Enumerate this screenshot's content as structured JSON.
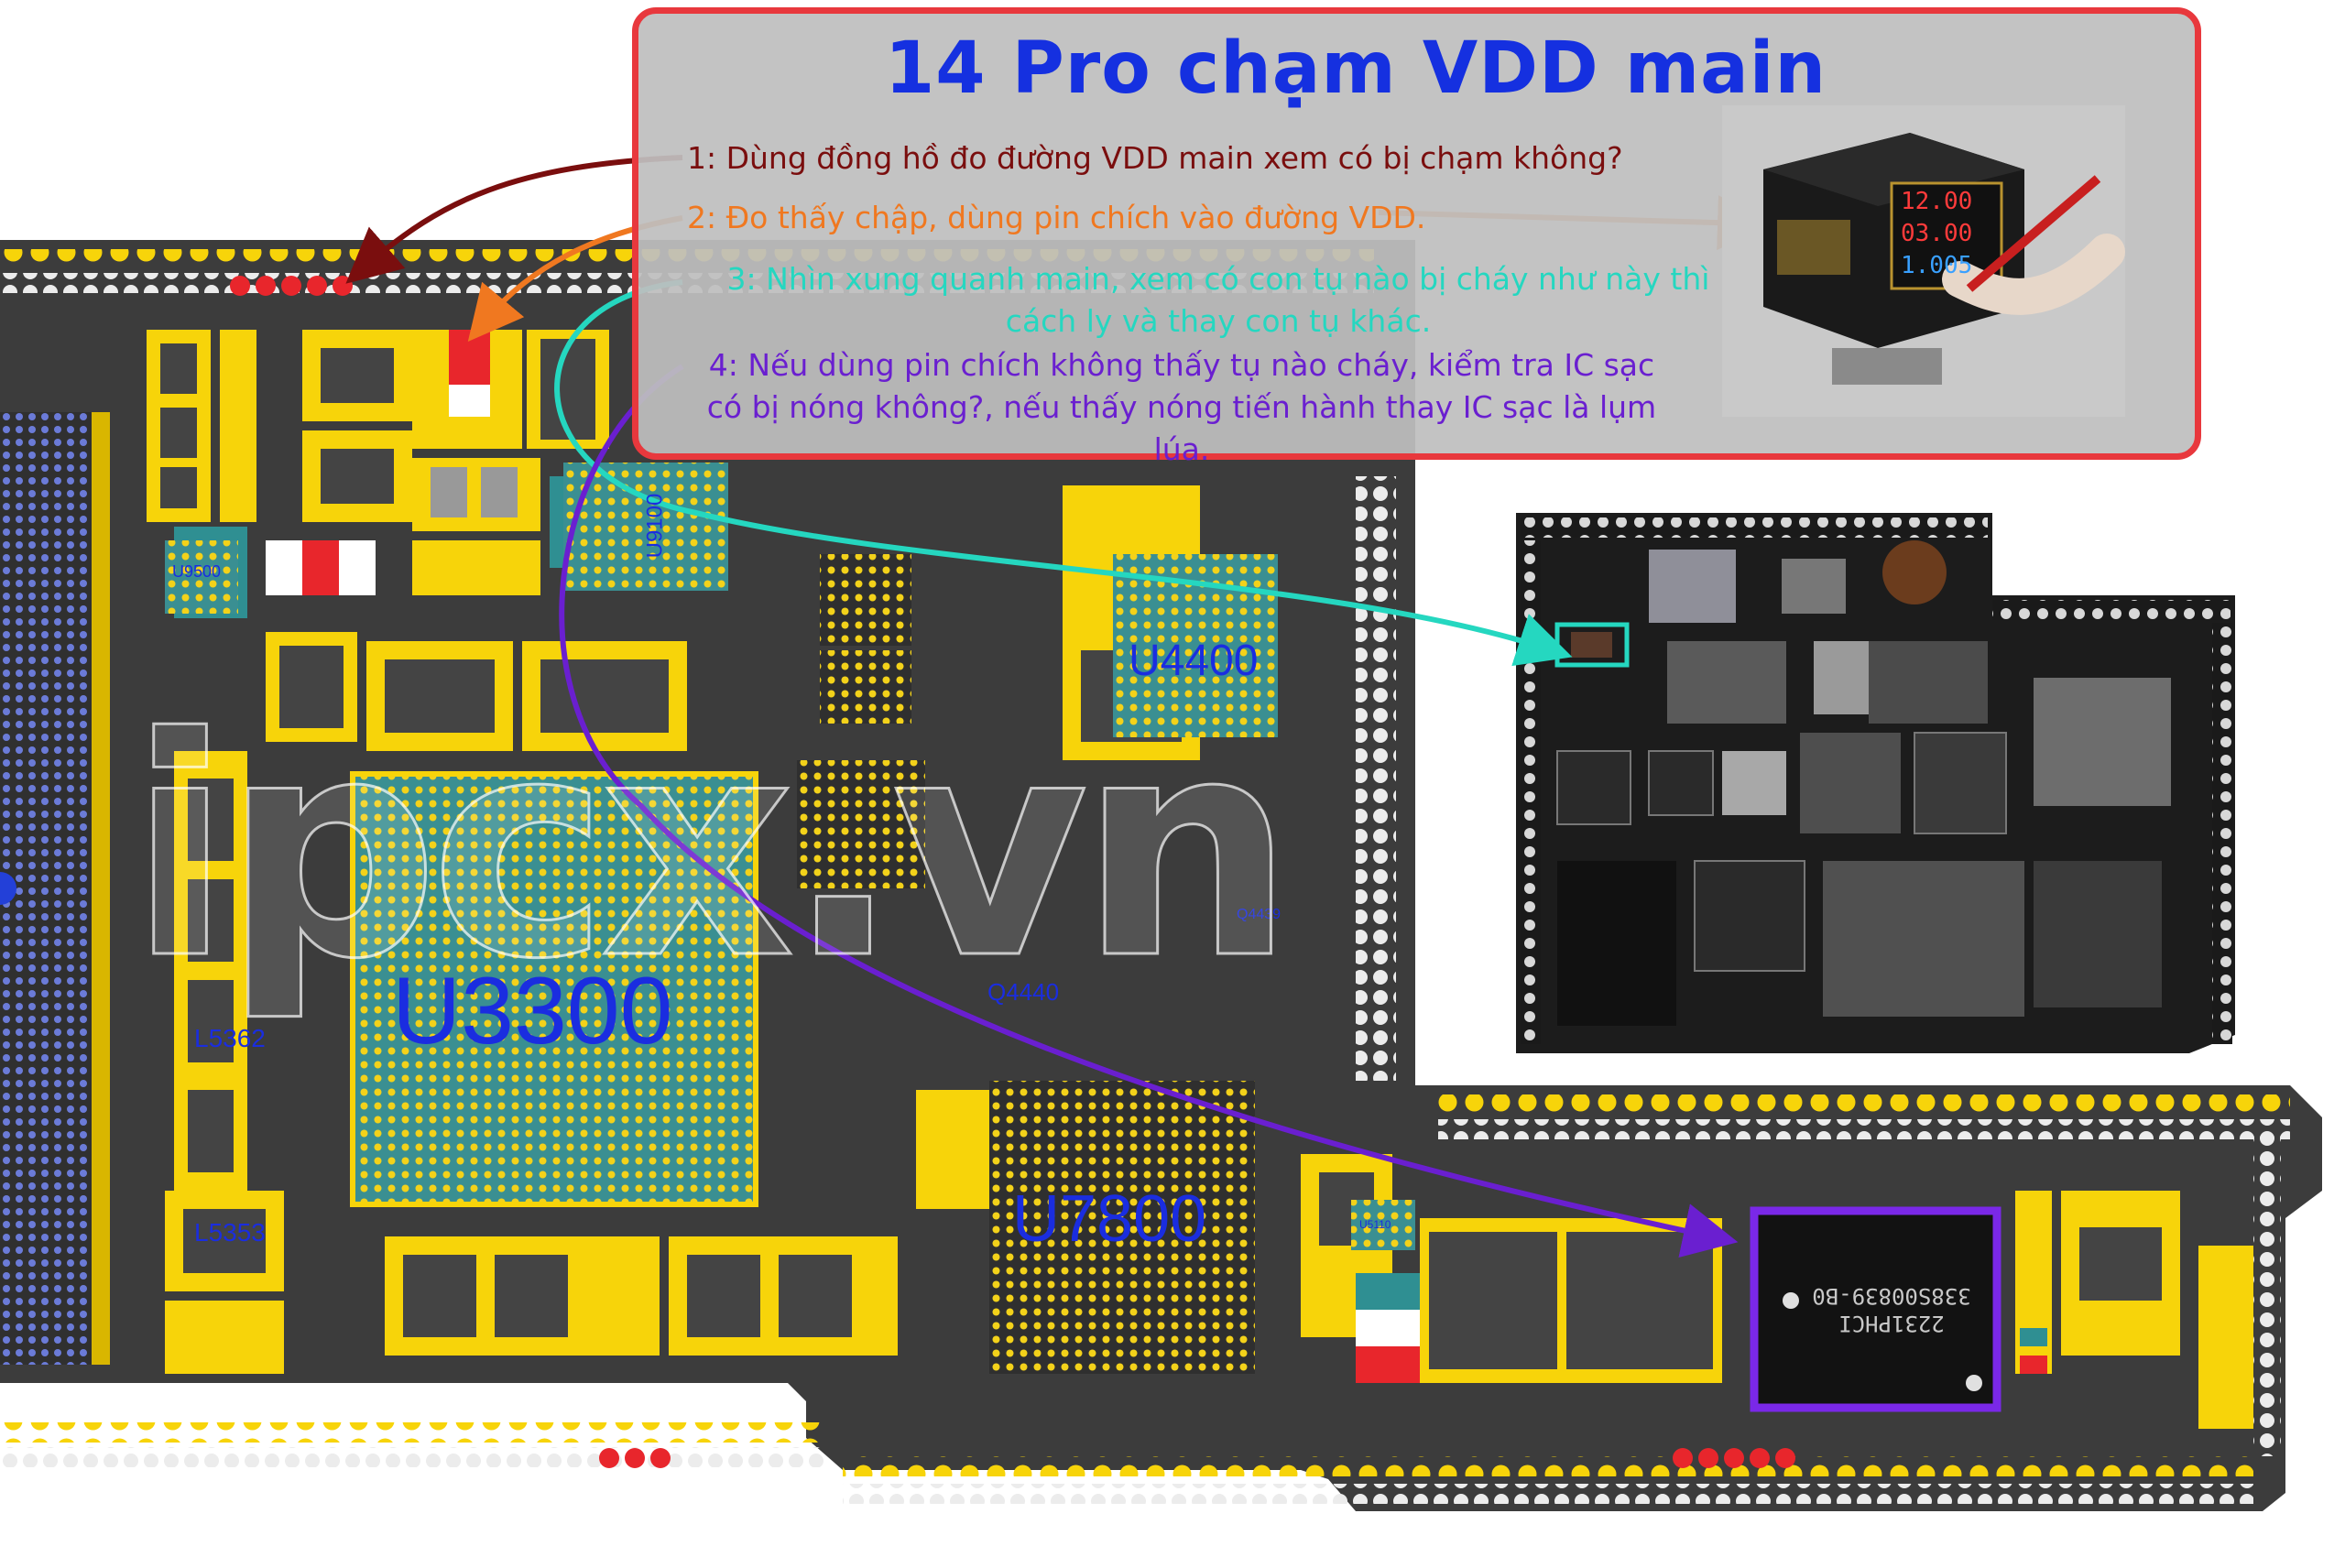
{
  "title": "14 Pro chạm VDD main",
  "steps": [
    "1: Dùng đồng hồ đo đường VDD main xem có bị chạm không?",
    "2: Đo thấy chập, dùng pin chích vào đường VDD.",
    "3: Nhìn xung quanh main, xem có con tụ nào bị cháy như này thì cách ly và thay con tụ khác.",
    "4: Nếu dùng pin chích không thấy tụ nào cháy, kiểm tra IC sạc có bị nóng không?, nếu thấy nóng tiến hành thay IC sạc là lụm lúa."
  ],
  "components": {
    "u3300": "U3300",
    "u4400": "U4400",
    "u7800": "U7800",
    "u9500": "U9500",
    "u9100": "U9100",
    "l5362": "L5362",
    "l5353": "L5353",
    "q4440": "Q4440",
    "q4439": "Q4439",
    "u5110": "U5110"
  },
  "chip_marking": {
    "line1": "2231PHCI",
    "line2": "338S00839-B0"
  },
  "psu_display": [
    "12.00",
    "03.00",
    "1.005"
  ],
  "watermark": "ipcx.vn",
  "colors": {
    "board": "#3a3a3a",
    "pad_yellow": "#f7d40a",
    "pad_red": "#e8262c",
    "arrow_step1": "#7a0e0e",
    "arrow_step2": "#f07820",
    "arrow_step3": "#25d7c0",
    "arrow_step4": "#6a1fd0",
    "title": "#1530e0",
    "box_border": "#e8383d",
    "chip_highlight": "#7a28e8"
  }
}
